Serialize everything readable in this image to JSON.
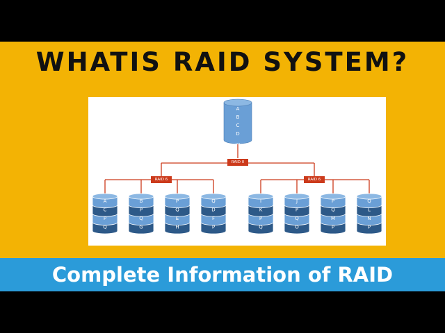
{
  "headline": "WHATIS RAID SYSTEM?",
  "subtitle": "Complete Information of RAID",
  "diagram": {
    "source_disk": {
      "letters": [
        "A",
        "B",
        "C",
        "D",
        "..."
      ]
    },
    "root_label": "RAID 0",
    "groups": [
      {
        "label": "RAID 6",
        "disks": [
          {
            "letters": [
              "A",
              "C",
              "P",
              "Q"
            ]
          },
          {
            "letters": [
              "B",
              "P",
              "Q",
              "G"
            ]
          },
          {
            "letters": [
              "P",
              "Q",
              "E",
              "H"
            ]
          },
          {
            "letters": [
              "Q",
              "D",
              "F",
              "P"
            ]
          }
        ]
      },
      {
        "label": "RAID 6",
        "disks": [
          {
            "letters": [
              "I",
              "K",
              "P",
              "Q"
            ]
          },
          {
            "letters": [
              "J",
              "P",
              "Q",
              "O"
            ]
          },
          {
            "letters": [
              "P",
              "Q",
              "M",
              "P"
            ]
          },
          {
            "letters": [
              "Q",
              "L",
              "N",
              "P"
            ]
          }
        ]
      }
    ]
  },
  "colors": {
    "background_yellow": "#f3b304",
    "band_blue": "#2b9bd9",
    "disk_light": "#6a9fd6",
    "disk_dark": "#2d5988",
    "connector_red": "#cc3a1b"
  }
}
